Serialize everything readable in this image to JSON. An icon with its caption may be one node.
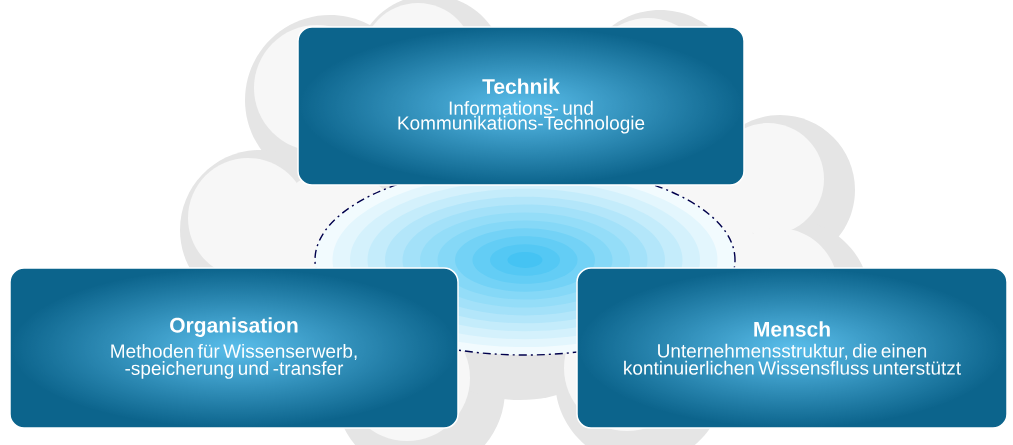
{
  "diagram": {
    "nodes": [
      {
        "text": [
          "Technik",
          "Informations- und Kommunikations-Technologie"
        ]
      },
      {
        "text": [
          "Organisation",
          "Methoden für Wissenserwerb, -speicherung und -transfer"
        ]
      },
      {
        "text": [
          "Mensch",
          "Unternehmensstruktur, die einen kontinuierlichen Wissensfluss unterstützt"
        ]
      }
    ]
  }
}
